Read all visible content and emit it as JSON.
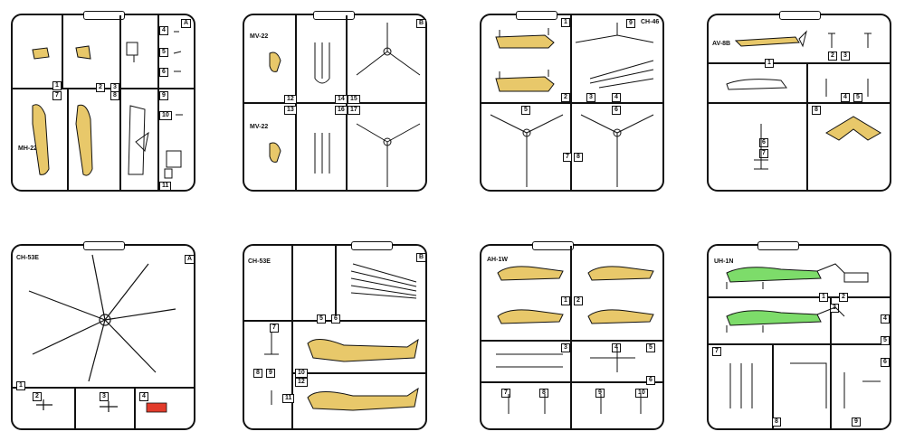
{
  "colors": {
    "frame": "#111111",
    "tan": "#e8c86a",
    "green": "#7ddc6a",
    "red": "#e23b2b"
  },
  "sprues": [
    {
      "id": "mh22",
      "label": "MH-22",
      "nums": [
        "A",
        "1",
        "2",
        "3",
        "7",
        "8",
        "4",
        "5",
        "6",
        "9",
        "10",
        "11"
      ]
    },
    {
      "id": "mv22",
      "label": "MV-22",
      "nums": [
        "B",
        "12",
        "13",
        "14",
        "15",
        "16",
        "17"
      ]
    },
    {
      "id": "ch46",
      "label": "CH-46",
      "nums": [
        "1",
        "2",
        "3",
        "4",
        "5",
        "6",
        "7",
        "8",
        "9"
      ]
    },
    {
      "id": "av8b",
      "label": "AV-8B",
      "nums": [
        "1",
        "2",
        "3",
        "4",
        "5",
        "6",
        "7",
        "8"
      ]
    },
    {
      "id": "ch53e_rotor",
      "label": "CH-53E",
      "nums": [
        "A",
        "1",
        "2",
        "3",
        "4"
      ]
    },
    {
      "id": "ch53e_body",
      "label": "CH-53E",
      "nums": [
        "B",
        "5",
        "6",
        "7",
        "8",
        "9",
        "10",
        "11",
        "12"
      ]
    },
    {
      "id": "ah1w",
      "label": "AH-1W",
      "nums": [
        "1",
        "2",
        "3",
        "4",
        "5",
        "6",
        "7",
        "8",
        "9",
        "10"
      ]
    },
    {
      "id": "uh1n",
      "label": "UH-1N",
      "nums": [
        "1",
        "2",
        "3",
        "4",
        "5",
        "6",
        "7",
        "8",
        "9"
      ]
    }
  ]
}
